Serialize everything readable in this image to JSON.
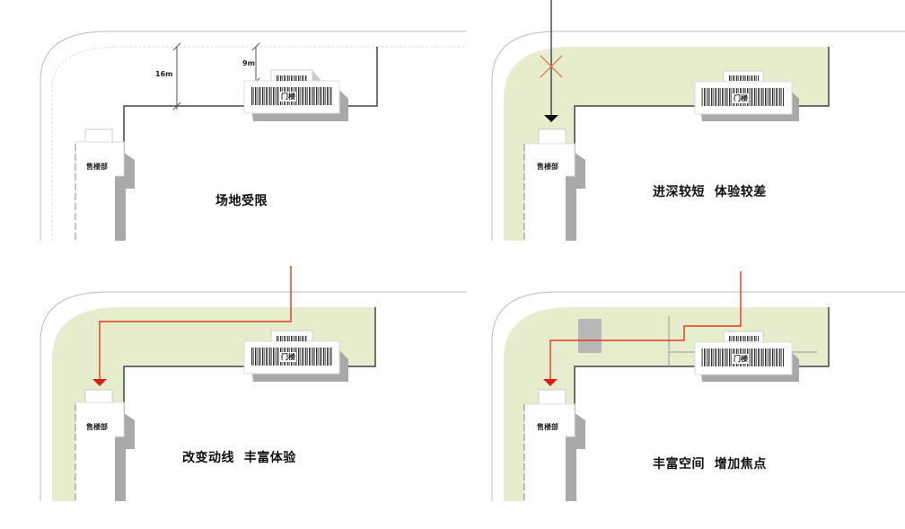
{
  "colors": {
    "green_zone": "#e6edcc",
    "route_red": "#e8361e",
    "route_black": "#222222",
    "cross_mark": "#e07b5f",
    "shadow": "#a9a9a9",
    "focus_block": "#b8b8b8",
    "outline": "#555555"
  },
  "buildings": {
    "gate": "门楼",
    "sales": "售楼部"
  },
  "panels": [
    {
      "id": "site-limited",
      "caption": "场地受限",
      "dimensions": {
        "depth_left": "16m",
        "depth_gate": "9m"
      }
    },
    {
      "id": "short-depth",
      "caption": "进深较短  体验较差"
    },
    {
      "id": "change-route",
      "caption": "改变动线  丰富体验"
    },
    {
      "id": "enrich-space",
      "caption": "丰富空间  增加焦点"
    }
  ]
}
